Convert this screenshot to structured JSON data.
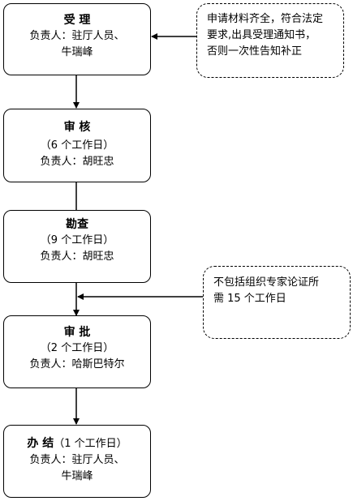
{
  "diagram": {
    "steps": [
      {
        "title": "受  理",
        "details": [
          "负责人：驻厅人员、",
          "牛瑞峰"
        ]
      },
      {
        "title": "审  核",
        "details": [
          "（6 个工作日）",
          "负责人：胡旺忠"
        ]
      },
      {
        "title": "勘查",
        "details": [
          "（9 个工作日）",
          "负责人：胡旺忠"
        ]
      },
      {
        "title": "审    批",
        "details": [
          "（2 个工作日）",
          "负责人：哈斯巴特尔"
        ]
      },
      {
        "title": "办 结",
        "title_suffix": "（1 个工作日）",
        "details": [
          "负责人：驻厅人员、",
          "牛瑞峰"
        ]
      }
    ],
    "notes": [
      {
        "lines": [
          "申请材料齐全，符合法定",
          "要求,出具受理通知书，",
          "否则一次性告知补正"
        ]
      },
      {
        "lines": [
          "不包括组织专家论证所",
          "需 15 个工作日"
        ]
      }
    ]
  }
}
